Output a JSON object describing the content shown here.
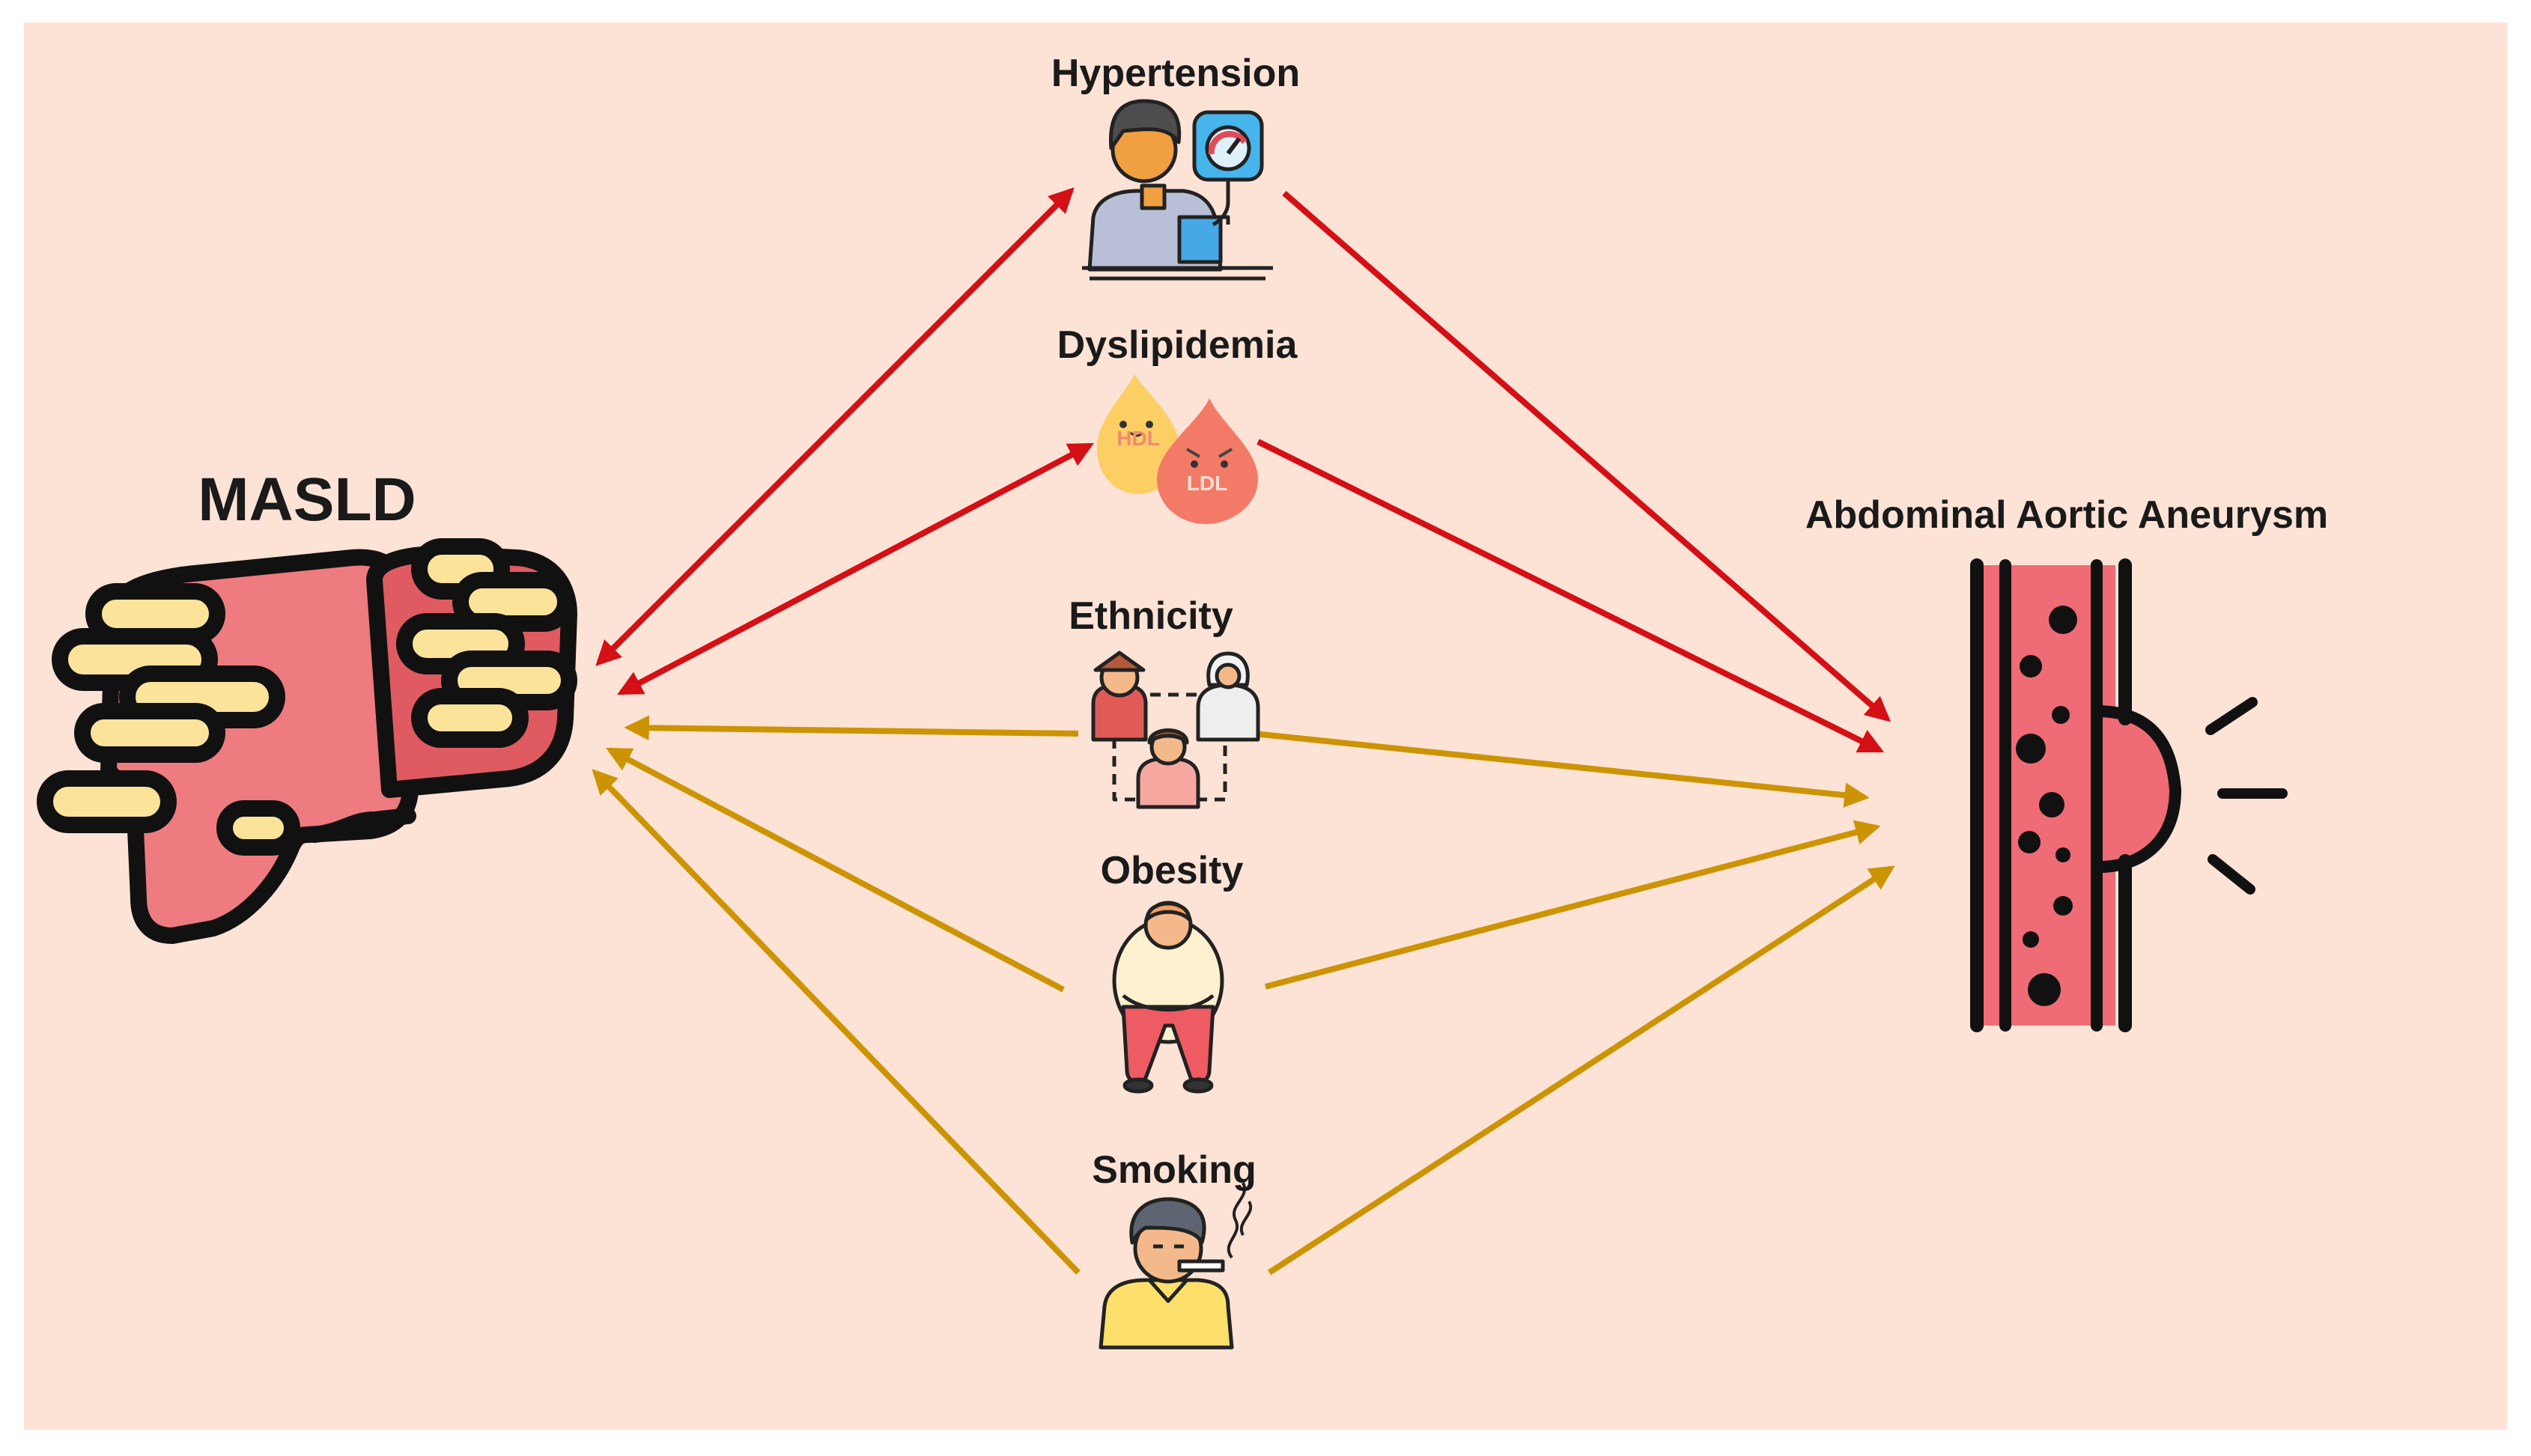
{
  "diagram": {
    "background_color": "#fde3d6",
    "outer_color": "#ffffff",
    "colors": {
      "bidirectional_arrow": "#d40f16",
      "unidirectional_arrow": "#cc9405",
      "liver": "#ee7b7f",
      "liver_dark": "#e05b61",
      "fat": "#fbe39a",
      "aorta": "#ef6b75",
      "outline": "#111111"
    },
    "labels": {
      "masld": "MASLD",
      "aaa": "Abdominal Aortic Aneurysm",
      "hypertension": "Hypertension",
      "dyslipidemia": "Dyslipidemia",
      "ethnicity": "Ethnicity",
      "obesity": "Obesity",
      "smoking": "Smoking"
    },
    "icon_text": {
      "hdl": "HDL",
      "ldl": "LDL"
    },
    "icons": {
      "masld": "fatty-liver-icon",
      "aaa": "aortic-aneurysm-icon",
      "hypertension": "blood-pressure-patient-icon",
      "dyslipidemia": "cholesterol-drops-icon",
      "ethnicity": "diverse-people-icon",
      "obesity": "obese-person-icon",
      "smoking": "smoking-person-icon"
    }
  }
}
